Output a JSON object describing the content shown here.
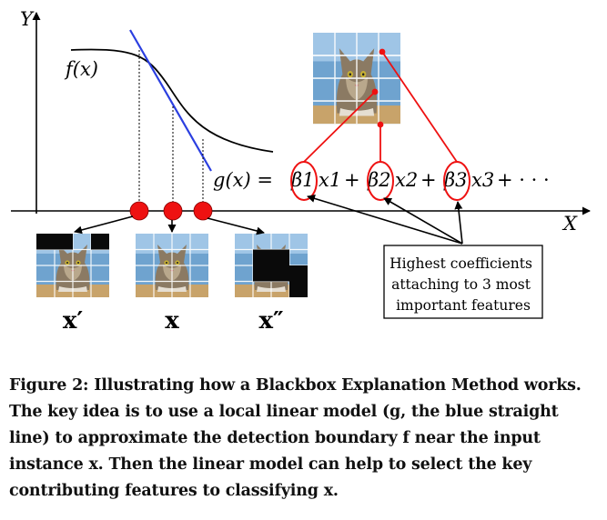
{
  "axes": {
    "y_label": "Y",
    "x_label": "X"
  },
  "curve_label": "f(x)",
  "linear_model": {
    "lhs": "g(x) =",
    "terms": [
      {
        "coef": "β1",
        "var": "x1",
        "op": "+"
      },
      {
        "coef": "β2",
        "var": "x2",
        "op": "+"
      },
      {
        "coef": "β3",
        "var": "x3",
        "op": "+ · · ·"
      }
    ]
  },
  "samples": [
    {
      "label": "x′",
      "masked": true
    },
    {
      "label": "x",
      "masked": false
    },
    {
      "label": "x″",
      "masked": true
    }
  ],
  "callout": "Highest coefficients attaching to 3 most important features",
  "caption": "Figure 2: Illustrating how a Blackbox Explanation Method works. The key idea is to use a local linear model (g, the blue straight line) to approximate the detection boundary f near the input instance x. Then the linear model can help to select the key contributing features to classifying x.",
  "colors": {
    "tangent": "#2b3fe0",
    "point": "#ee1111",
    "axis": "#000000",
    "highlight": "#ee1111"
  },
  "icons": {
    "image": "cat-image"
  }
}
